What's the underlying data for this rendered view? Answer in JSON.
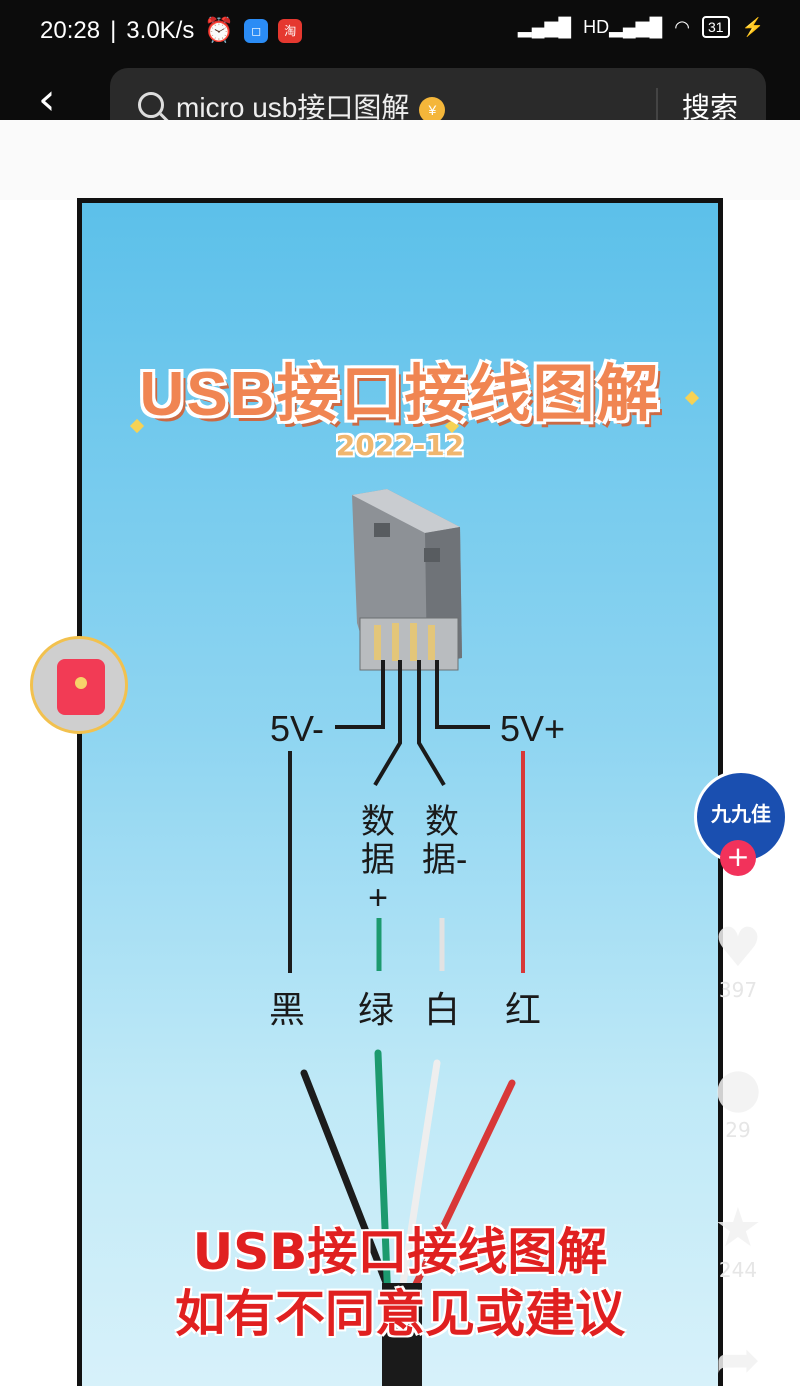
{
  "status_bar": {
    "time": "20:28",
    "speed": "3.0K/s",
    "battery": "31",
    "hd": "HD"
  },
  "search": {
    "query": "micro usb接口图解",
    "button": "搜索"
  },
  "video": {
    "title": "USB接口接线图解",
    "date": "2022-12",
    "pins": {
      "left_label": "5V-",
      "right_label": "5V+",
      "data_plus": "数据+",
      "data_minus": "数据-"
    },
    "colors": {
      "black": "黑",
      "green": "绿",
      "white": "白",
      "red": "红"
    },
    "caption_line1": "USB接口接线图解",
    "caption_line2": "如有不同意见或建议"
  },
  "side": {
    "avatar_label": "九九佳",
    "likes": "397",
    "comments": "29",
    "favorites": "244"
  },
  "wire_colors": {
    "black": "#1c1c1c",
    "green": "#1c9a6e",
    "white": "#e8e8e8",
    "red": "#d83838"
  }
}
